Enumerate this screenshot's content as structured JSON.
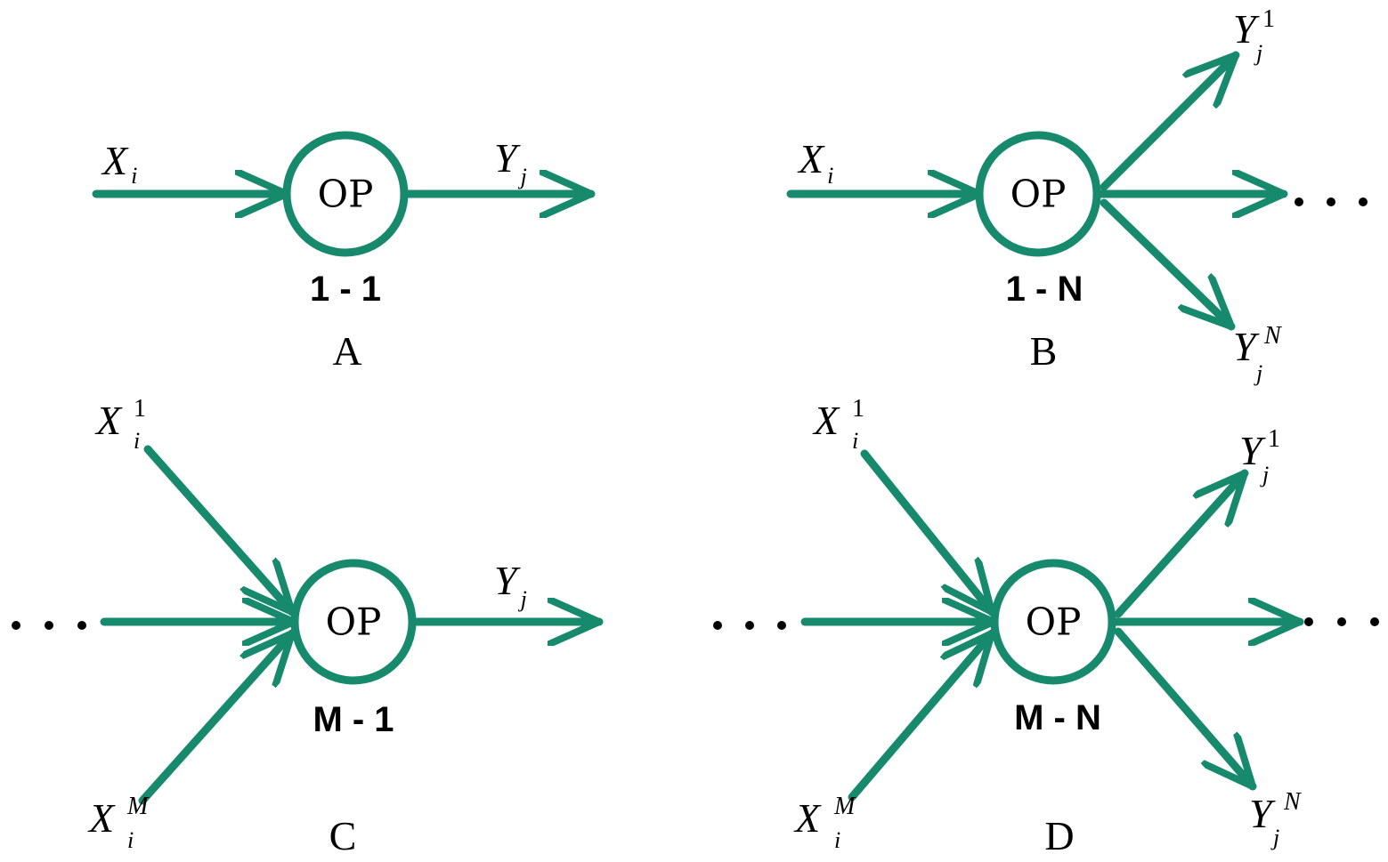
{
  "colors": {
    "edge": "#17896c",
    "text": "#000000",
    "background": "#ffffff"
  },
  "panels": [
    {
      "id": "A",
      "letter": "A",
      "type": "1 - 1",
      "op": "OP",
      "inputs": [
        {
          "base": "X",
          "sub": "i",
          "sup": ""
        }
      ],
      "outputs": [
        {
          "base": "Y",
          "sub": "j",
          "sup": ""
        }
      ],
      "input_ellipsis": false,
      "output_ellipsis": false
    },
    {
      "id": "B",
      "letter": "B",
      "type": "1 - N",
      "op": "OP",
      "inputs": [
        {
          "base": "X",
          "sub": "i",
          "sup": ""
        }
      ],
      "outputs": [
        {
          "base": "Y",
          "sub": "j",
          "sup": "1"
        },
        {
          "base": "Y",
          "sub": "j",
          "sup": "N"
        }
      ],
      "input_ellipsis": false,
      "output_ellipsis": true
    },
    {
      "id": "C",
      "letter": "C",
      "type": "M - 1",
      "op": "OP",
      "inputs": [
        {
          "base": "X",
          "sub": "i",
          "sup": "1"
        },
        {
          "base": "X",
          "sub": "i",
          "sup": "M"
        }
      ],
      "outputs": [
        {
          "base": "Y",
          "sub": "j",
          "sup": ""
        }
      ],
      "input_ellipsis": true,
      "output_ellipsis": false
    },
    {
      "id": "D",
      "letter": "D",
      "type": "M - N",
      "op": "OP",
      "inputs": [
        {
          "base": "X",
          "sub": "i",
          "sup": "1"
        },
        {
          "base": "X",
          "sub": "i",
          "sup": "M"
        }
      ],
      "outputs": [
        {
          "base": "Y",
          "sub": "j",
          "sup": "1"
        },
        {
          "base": "Y",
          "sub": "j",
          "sup": "N"
        }
      ],
      "input_ellipsis": true,
      "output_ellipsis": true
    }
  ]
}
